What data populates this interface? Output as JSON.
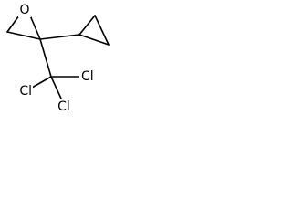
{
  "molecule": {
    "atoms": {
      "oxygen": "O",
      "chlorine_right": "Cl",
      "chlorine_left": "Cl",
      "chlorine_bottom": "Cl"
    }
  }
}
